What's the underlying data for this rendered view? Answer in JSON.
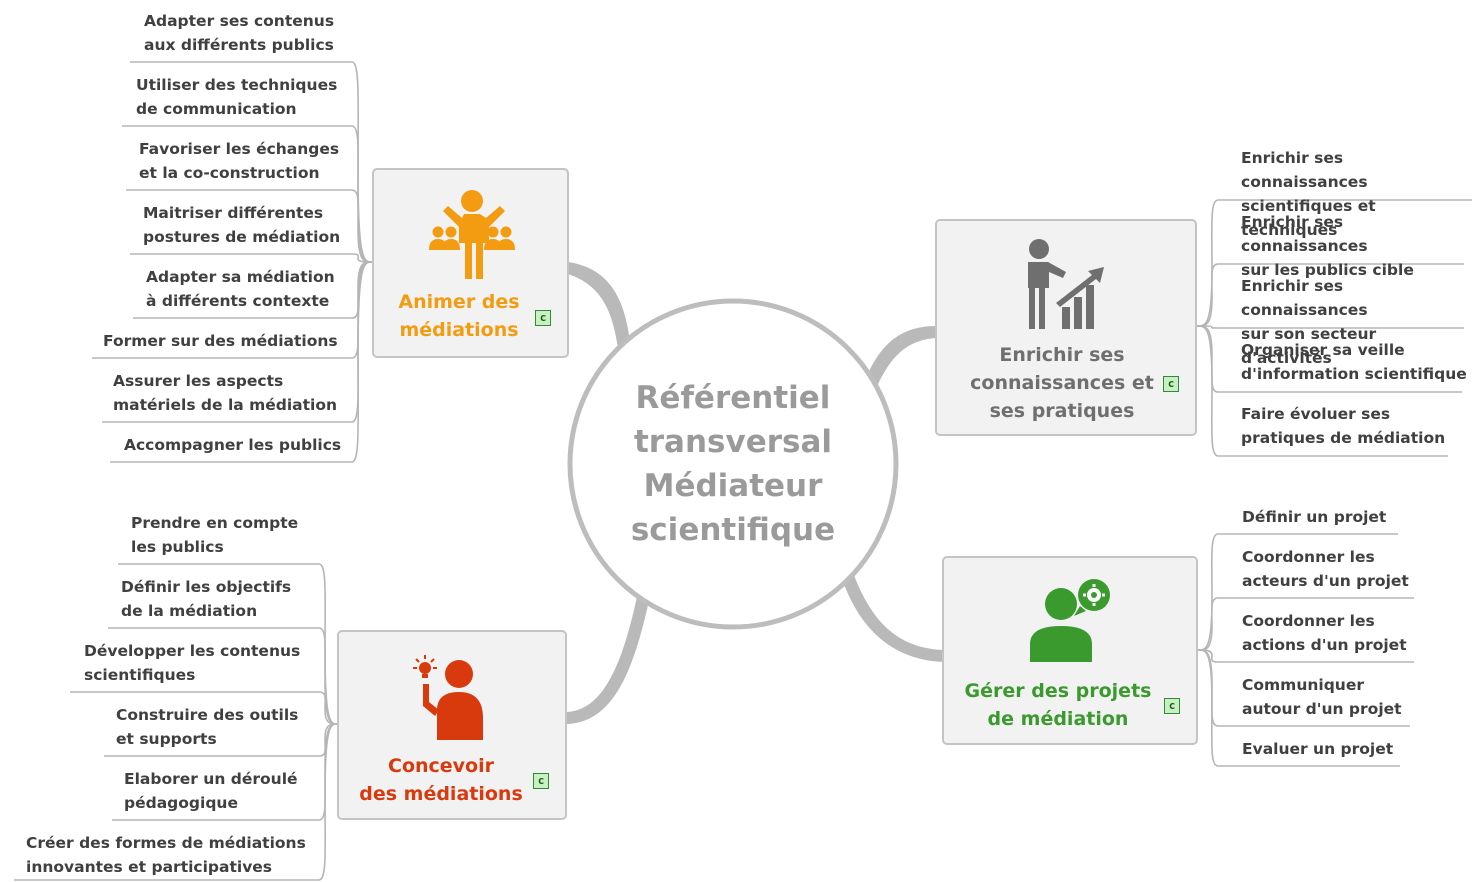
{
  "central": {
    "title": "Référentiel\ntransversal\nMédiateur\nscientifique"
  },
  "colors": {
    "animer": "#f39c12",
    "concevoir": "#d83a0e",
    "enrichir": "#6f6f6f",
    "gerer": "#3a9a2e",
    "connector": "#b9b9b9"
  },
  "branches": {
    "animer": {
      "title": "Animer des\nmédiations",
      "tag": "c",
      "icon": "presenter-audience-icon",
      "leaves": [
        "Adapter ses contenus\naux différents publics",
        "Utiliser des techniques\nde communication",
        "Favoriser les échanges\net la co-construction",
        "Maitriser différentes\npostures de médiation",
        "Adapter sa médiation\nà différents contexte",
        "Former sur des médiations",
        "Assurer les aspects\nmatériels de la médiation",
        "Accompagner les publics"
      ]
    },
    "concevoir": {
      "title": "Concevoir\ndes médiations",
      "tag": "c",
      "icon": "person-idea-icon",
      "leaves": [
        "Prendre en compte\nles publics",
        "Définir les objectifs\nde la médiation",
        "Développer les contenus\nscientifiques",
        "Construire des outils\net supports",
        "Elaborer un déroulé\npédagogique",
        "Créer des formes de médiations\ninnovantes et participatives"
      ]
    },
    "enrichir": {
      "title": "Enrichir ses\nconnaissances et\nses pratiques",
      "tag": "c",
      "icon": "person-growth-chart-icon",
      "leaves": [
        "Enrichir ses connaissances\nscientifiques et techniques",
        "Enrichir ses connaissances\nsur les publics cible",
        "Enrichir ses connaissances\nsur son secteur d'activités",
        "Organiser sa veille\nd'information scientifique",
        "Faire évoluer ses\npratiques de médiation"
      ]
    },
    "gerer": {
      "title": "Gérer des projets\nde médiation",
      "tag": "c",
      "icon": "person-gear-bubble-icon",
      "leaves": [
        "Définir un projet",
        "Coordonner les\nacteurs d'un projet",
        "Coordonner les\nactions d'un projet",
        "Communiquer\nautour d'un projet",
        "Evaluer un projet"
      ]
    }
  }
}
